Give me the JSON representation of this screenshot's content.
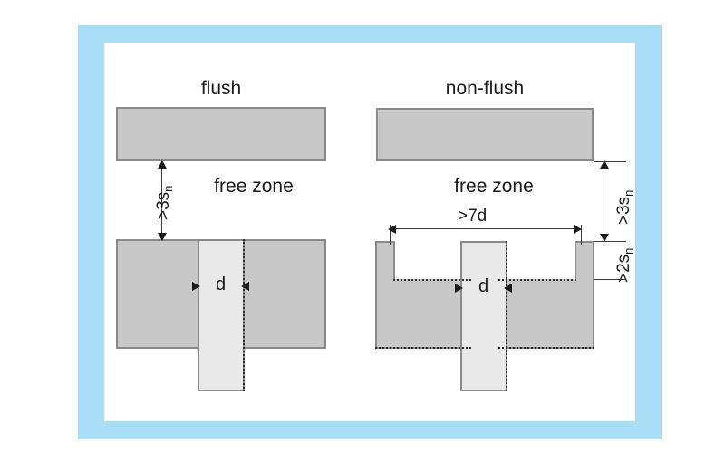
{
  "figure": {
    "frame_color": "#a9ddf5",
    "part_fill": "#c8c8c8",
    "part_stroke": "#8a8a8a",
    "sensor_fill": "#e9e9e9",
    "line_color": "#1b1b1b"
  },
  "left": {
    "title": "flush",
    "free_zone": "free zone",
    "vertical_dim": ">3s",
    "vertical_dim_sub": "n",
    "diameter_label": "d"
  },
  "right": {
    "title": "non-flush",
    "free_zone": "free zone",
    "width_dim": ">7d",
    "vertical_dim": ">3s",
    "vertical_dim_sub": "n",
    "depth_dim": ">2s",
    "depth_dim_sub": "n",
    "diameter_label": "d"
  }
}
